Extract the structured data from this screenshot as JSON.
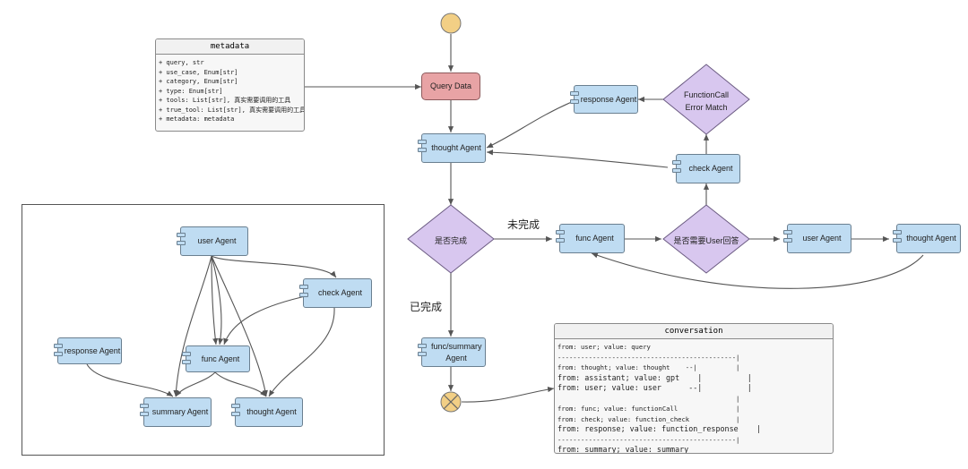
{
  "metadata_box": {
    "title": "metadata",
    "lines": [
      "+ query, str",
      "+ use_case, Enum[str]",
      "+ category, Enum[str]",
      "+ type: Enum[str]",
      "+ tools: List[str], 真实需要调用的工具",
      "+ true_tool: List[str], 真实需要调用的工具",
      "+ metadata: metadata"
    ]
  },
  "nodes": {
    "query_data": "Query Data",
    "response_agent": "response Agent",
    "functioncall_error_match": "FunctionCall Error Match",
    "thought_agent": "thought Agent",
    "check_agent": "check Agent",
    "is_done": "是否完成",
    "func_agent": "func Agent",
    "need_user_reply": "是否需要User回答",
    "user_agent": "user Agent",
    "thought_agent_right": "thought Agent",
    "func_summary_agent": "func/summary Agent"
  },
  "edge_labels": {
    "not_done": "未完成",
    "done": "已完成"
  },
  "conversation_box": {
    "title": "conversation",
    "lines": [
      "from: user; value: query",
      "----------------------------------------------|",
      "from: thought; value: thought    --|          |",
      "from: assistant; value: gpt    |          |",
      "from: user; value: user      --|          |",
      "                                              |",
      "from: func; value: functionCall               |",
      "from: check; value: function_check            |",
      "from: response; value: function_response    |",
      "----------------------------------------------|",
      "from: summary; value: summary"
    ]
  },
  "graph_nodes": {
    "user_agent": "user Agent",
    "check_agent": "check Agent",
    "response_agent": "response Agent",
    "func_agent": "func Agent",
    "summary_agent": "summary Agent",
    "thought_agent": "thought Agent"
  },
  "colors": {
    "component_fill": "#bfdcf2",
    "query_fill": "#e8a3a5",
    "decision_fill": "#d8c7ef",
    "start_fill": "#f2cf85",
    "edge": "#555555"
  }
}
